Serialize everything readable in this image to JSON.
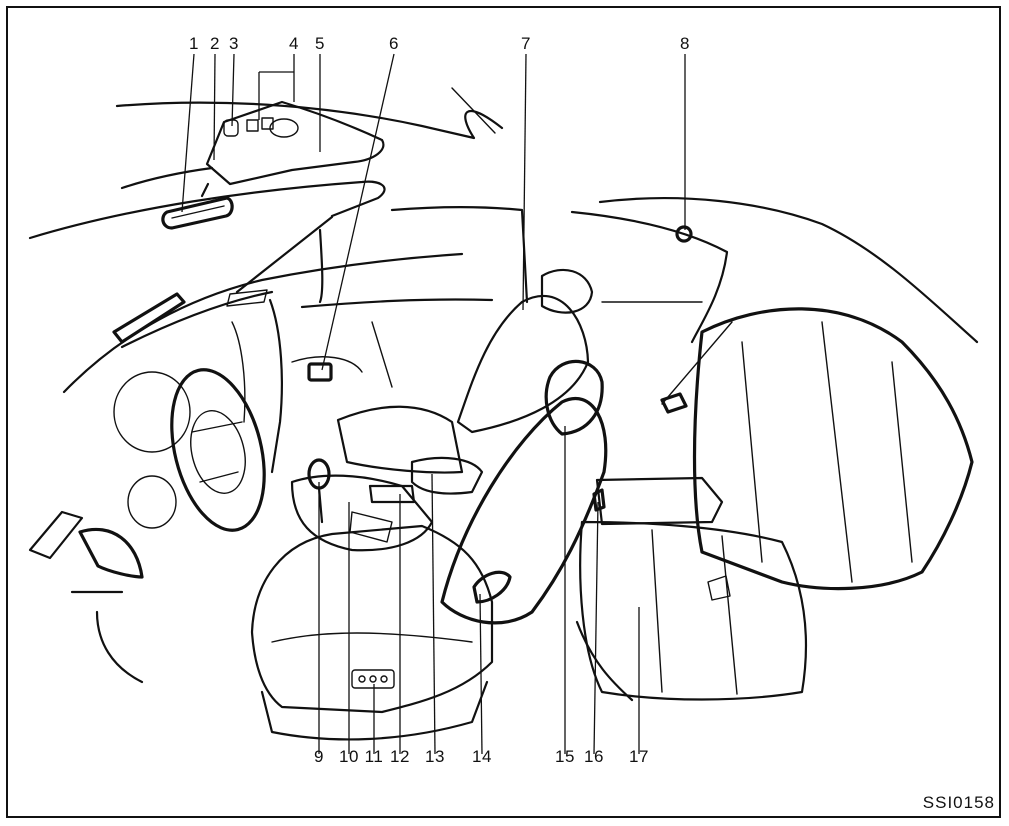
{
  "figure_code": "SSI0158",
  "callouts": [
    {
      "id": "1",
      "label": "1"
    },
    {
      "id": "2",
      "label": "2"
    },
    {
      "id": "3",
      "label": "3"
    },
    {
      "id": "4",
      "label": "4"
    },
    {
      "id": "5",
      "label": "5"
    },
    {
      "id": "6",
      "label": "6"
    },
    {
      "id": "7",
      "label": "7"
    },
    {
      "id": "8",
      "label": "8"
    },
    {
      "id": "9",
      "label": "9"
    },
    {
      "id": "10",
      "label": "10"
    },
    {
      "id": "11",
      "label": "11"
    },
    {
      "id": "12",
      "label": "12"
    },
    {
      "id": "13",
      "label": "13"
    },
    {
      "id": "14",
      "label": "14"
    },
    {
      "id": "15",
      "label": "15"
    },
    {
      "id": "16",
      "label": "16"
    },
    {
      "id": "17",
      "label": "17"
    }
  ]
}
